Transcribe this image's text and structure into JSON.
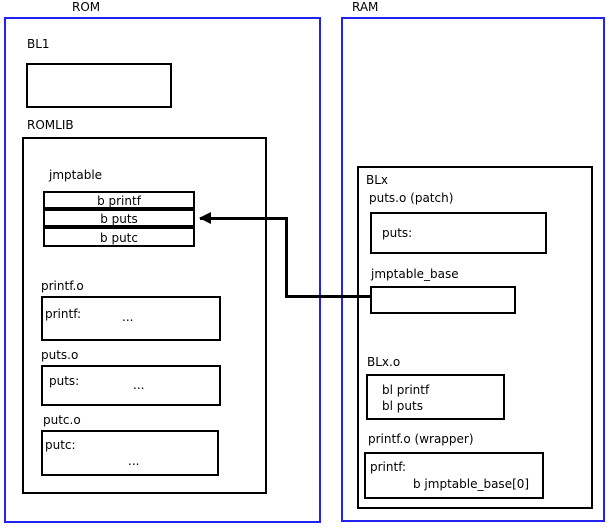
{
  "diagram": {
    "title_rom": "ROM",
    "title_ram": "RAM",
    "accent_color": "#2222ee",
    "line_color": "#000000",
    "background": "#ffffff"
  },
  "rom": {
    "label": "ROM",
    "bl1": {
      "label": "BL1",
      "body": ""
    },
    "romlib": {
      "label": "ROMLIB",
      "jmptable": {
        "label": "jmptable",
        "entries": [
          "b printf",
          "b puts",
          "b putc"
        ]
      },
      "objects": [
        {
          "label": "printf.o",
          "symbol": "printf:",
          "ellipsis": "..."
        },
        {
          "label": "puts.o",
          "symbol": "puts:",
          "ellipsis": "..."
        },
        {
          "label": "putc.o",
          "symbol": "putc:",
          "ellipsis": "..."
        }
      ]
    }
  },
  "ram": {
    "label": "RAM",
    "blx": {
      "label": "BLx",
      "puts_patch": {
        "label": "puts.o (patch)",
        "symbol": "puts:"
      },
      "jmptable_base": {
        "label": "jmptable_base",
        "body": ""
      },
      "blx_o": {
        "label": "BLx.o",
        "line1": "bl printf",
        "line2": "bl puts"
      },
      "printf_wrapper": {
        "label": "printf.o (wrapper)",
        "symbol": "printf:",
        "branch": "b jmptable_base[0]"
      }
    }
  },
  "connector": {
    "name": "jmptable-base-to-puts-entry-arrow",
    "from": "jmptable_base",
    "to": "b puts"
  }
}
